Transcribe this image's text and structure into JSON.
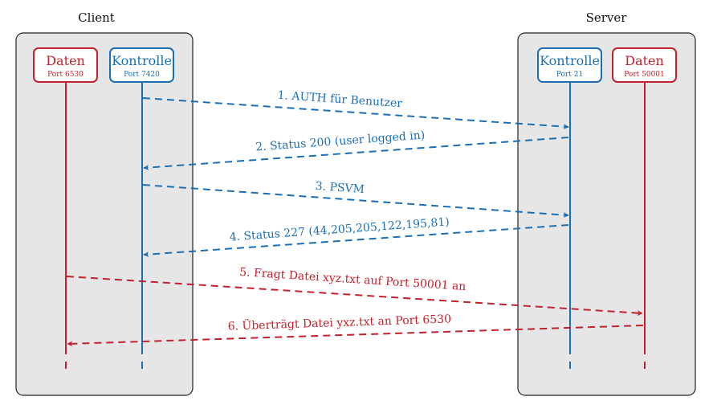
{
  "colors": {
    "blue": "#1a6fb5",
    "red": "#c2222d",
    "panel_fill": "#e6e6e6",
    "panel_stroke": "#222222",
    "text": "#111111"
  },
  "client": {
    "title": "Client",
    "data_box": {
      "label": "Daten",
      "port": "Port 6530"
    },
    "control_box": {
      "label": "Kontrolle",
      "port": "Port 7420"
    }
  },
  "server": {
    "title": "Server",
    "control_box": {
      "label": "Kontrolle",
      "port": "Port 21"
    },
    "data_box": {
      "label": "Daten",
      "port": "Port 50001"
    }
  },
  "messages": [
    {
      "label": "1. AUTH für Benutzer"
    },
    {
      "label": "2. Status 200 (user logged in)"
    },
    {
      "label": "3. PSVM"
    },
    {
      "label": "4. Status 227 (44,205,205,122,195,81)"
    },
    {
      "label": "5. Fragt Datei xyz.txt auf Port 50001 an"
    },
    {
      "label": "6. Überträgt Datei yxz.txt an Port 6530"
    }
  ]
}
